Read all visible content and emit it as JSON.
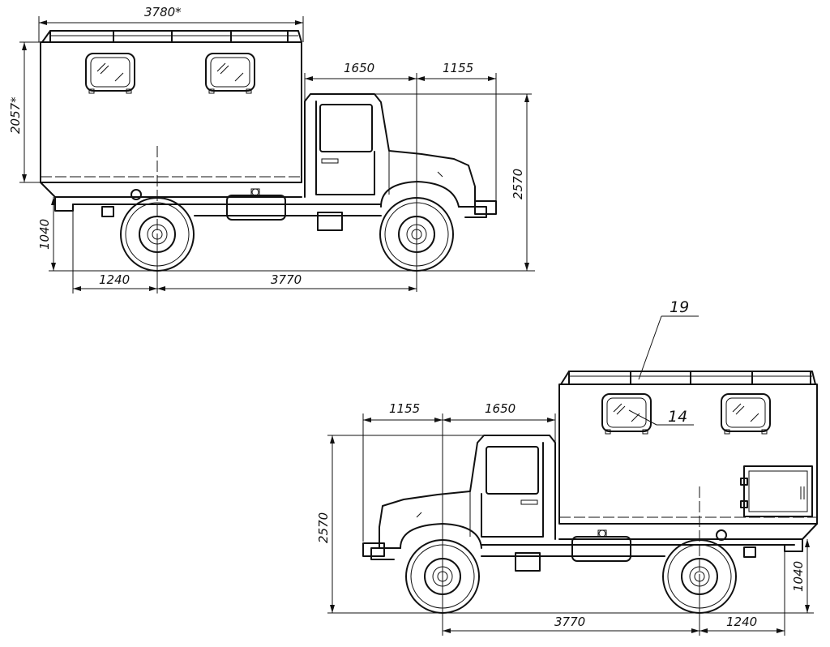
{
  "top_view": {
    "dim_body_length": "3780*",
    "dim_body_height": "2057*",
    "dim_cab_length": "1650",
    "dim_front_overhang": "1155",
    "dim_total_height": "2570",
    "dim_floor_height": "1040",
    "dim_rear_overhang": "1240",
    "dim_wheelbase": "3770"
  },
  "bottom_view": {
    "dim_front_overhang": "1155",
    "dim_cab_length": "1650",
    "dim_total_height": "2570",
    "dim_floor_height": "1040",
    "dim_wheelbase": "3770",
    "dim_rear_overhang": "1240",
    "callout_roof_rail": "19",
    "callout_window": "14"
  }
}
